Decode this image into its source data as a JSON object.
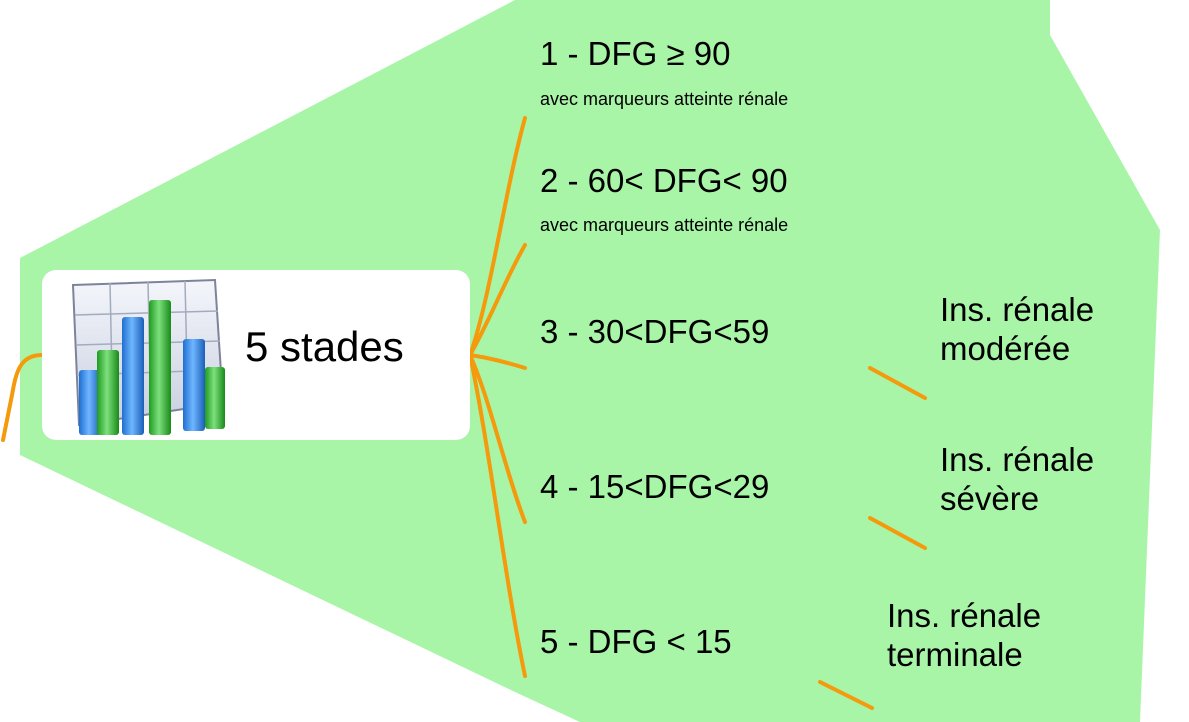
{
  "central": {
    "label": "5 stades",
    "icon": "bar-chart-icon"
  },
  "stages": [
    {
      "title": "1 - DFG ≥ 90",
      "subtitle": "avec marqueurs atteinte rénale"
    },
    {
      "title": "2 - 60< DFG< 90",
      "subtitle": "avec marqueurs atteinte rénale"
    },
    {
      "title": "3 - 30<DFG<59",
      "note": [
        "Ins. rénale",
        "modérée"
      ]
    },
    {
      "title": "4 - 15<DFG<29",
      "note": [
        "Ins. rénale",
        "sévère"
      ]
    },
    {
      "title": "5 - DFG < 15",
      "note": [
        "Ins. rénale",
        "terminale"
      ]
    }
  ],
  "colors": {
    "background": "#ffffff",
    "region": "#a8f5a8",
    "connector": "#f59a0c",
    "node": "#ffffff",
    "text": "#000000",
    "bar_blue": "#3a8fe0",
    "bar_green": "#3cc23c"
  }
}
